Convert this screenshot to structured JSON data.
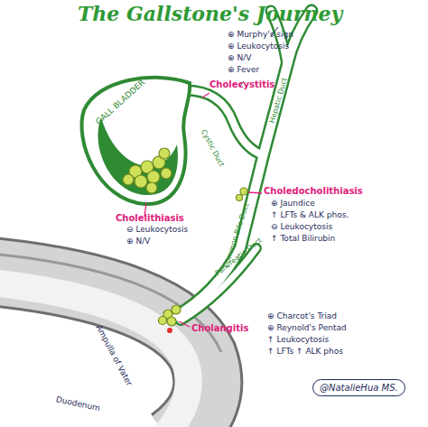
{
  "diagram": {
    "title": "The Gallstone's Journey",
    "nodes": [
      {
        "text": [
          "@NatalieHua MS."
        ]
      }
    ],
    "labels": [
      "⊕ Murphy's sign",
      "⊕ Leukocytosis",
      "⊕ N/V",
      "⊕ Fever",
      "Cholecystitis",
      "GALL BLADDER",
      "Cystic Duct",
      "Hepatic Duct",
      "Choledocholithiasis",
      "⊕ Jaundice",
      "↑ LFTs & ALK phos.",
      "⊖ Leukocytosis",
      "↑ Total Bilirubin",
      "Cholelithiasis",
      "⊖ Leukocytosis",
      "⊕ N/V",
      "Common Bile Duct",
      "Pancreatic Duct",
      "Cholangitis",
      "⊕ Charcot's Triad",
      "⊕ Reynold's Pentad",
      "↑ Leukocytosis",
      "↑ LFTs ↑ ALK phos",
      "Ampulla of Vater",
      "Duodenum"
    ]
  }
}
